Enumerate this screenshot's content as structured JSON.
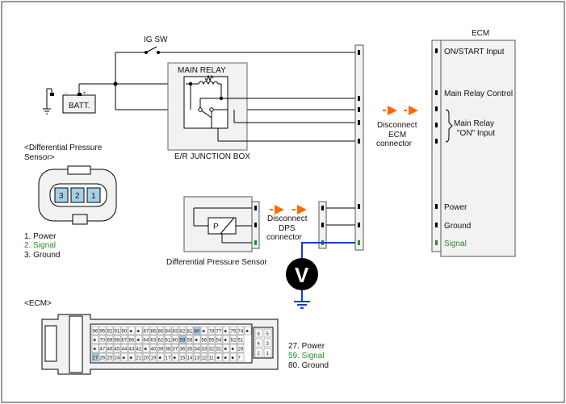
{
  "labels": {
    "ig_sw": "IG SW",
    "batt": "BATT.",
    "main_relay": "MAIN RELAY",
    "junction_box": "E/R JUNCTION BOX",
    "ecm_title": "ECM",
    "ecm_on_start": "ON/START Input",
    "ecm_main_relay_control": "Main Relay Control",
    "ecm_main_relay_on_line1": "Main Relay",
    "ecm_main_relay_on_line2": "\"ON\" Input",
    "ecm_power": "Power",
    "ecm_ground": "Ground",
    "ecm_signal": "Signal",
    "disconnect_ecm_line1": "Disconnect",
    "disconnect_ecm_line2": "ECM",
    "disconnect_ecm_line3": "connector",
    "disconnect_dps_line1": "Disconnect",
    "disconnect_dps_line2": "DPS",
    "disconnect_dps_line3": "connector",
    "dps_caption": "Differential Pressure Sensor",
    "dps_p": "P",
    "voltmeter": "V",
    "sensor_title_line1": "<Differential Pressure",
    "sensor_title_line2": "Sensor>",
    "sensor_pins": [
      "3",
      "2",
      "1"
    ],
    "sensor_legend": [
      "1. Power",
      "2. Signal",
      "3. Ground"
    ],
    "ecm_conn_title": "<ECM>",
    "ecm_legend": [
      "27. Power",
      "59. Signal",
      "80. Ground"
    ]
  },
  "ecm_connector": {
    "row1": [
      "96",
      "95",
      "92",
      "91",
      "90",
      "★",
      "★",
      "87",
      "86",
      "85",
      "84",
      "83",
      "82",
      "81",
      "80",
      "★",
      "78",
      "77",
      "★",
      "75",
      "74",
      "★"
    ],
    "row2": [
      "★",
      "70",
      "69",
      "68",
      "67",
      "66",
      "★",
      "64",
      "63",
      "62",
      "61",
      "60",
      "59",
      "58",
      "★",
      "56",
      "55",
      "54",
      "★",
      "52",
      "51"
    ],
    "row3": [
      "★",
      "47",
      "46",
      "45",
      "44",
      "43",
      "42",
      "★",
      "40",
      "39",
      "38",
      "37",
      "36",
      "35",
      "34",
      "33",
      "32",
      "31",
      "★",
      "★",
      "28"
    ],
    "row4": [
      "27",
      "26",
      "25",
      "24",
      "★",
      "★",
      "21",
      "20",
      "19",
      "★",
      "17",
      "★",
      "15",
      "14",
      "13",
      "12",
      "11",
      "★",
      "★",
      "★",
      "7"
    ],
    "side_pins": [
      [
        "6",
        "5"
      ],
      [
        "4",
        "3"
      ],
      [
        "2",
        "1"
      ]
    ]
  },
  "colors": {
    "wire": "#000000",
    "signal_wire": "#1a3ccc",
    "signal_text": "#2a8a2a",
    "arrow": "#ff6a00",
    "box_fill": "#f2f2f2",
    "highlight_pin": "#a8cfe8",
    "voltmeter_fill": "#000000"
  }
}
